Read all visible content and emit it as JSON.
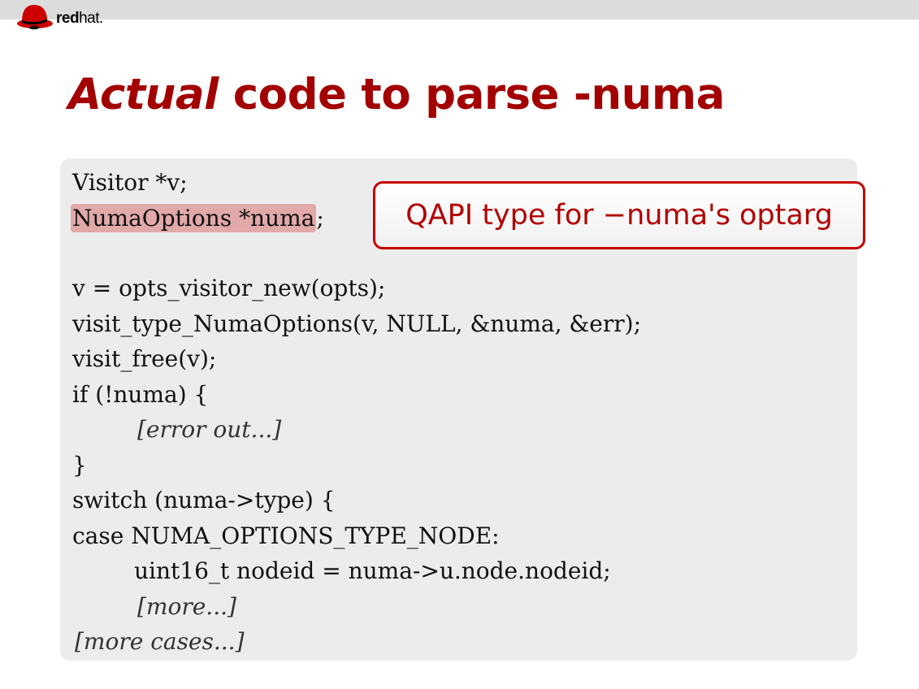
{
  "brand": {
    "logo_text_bold": "red",
    "logo_text_light": "hat."
  },
  "title": {
    "emphasis": "Actual",
    "rest": " code to parse -numa"
  },
  "callout": {
    "text": "QAPI type for −numa's optarg"
  },
  "code": {
    "line1": "Visitor *v;",
    "line2_highlight": "NumaOptions *numa",
    "line2_tail": ";",
    "line3": "v = opts_visitor_new(opts);",
    "line4": "visit_type_NumaOptions(v, NULL, &numa, &err);",
    "line5": "visit_free(v);",
    "line6": "if (!numa) {",
    "line7": "[error out...]",
    "line8": "}",
    "line9": "switch (numa->type) {",
    "line10": "case NUMA_OPTIONS_TYPE_NODE:",
    "line11": "uint16_t nodeid = numa->u.node.nodeid;",
    "line12": "[more...]",
    "line13": "[more cases...]"
  },
  "colors": {
    "accent": "#a30000",
    "highlight": "#e2a9a9",
    "code_bg": "#ececec"
  }
}
